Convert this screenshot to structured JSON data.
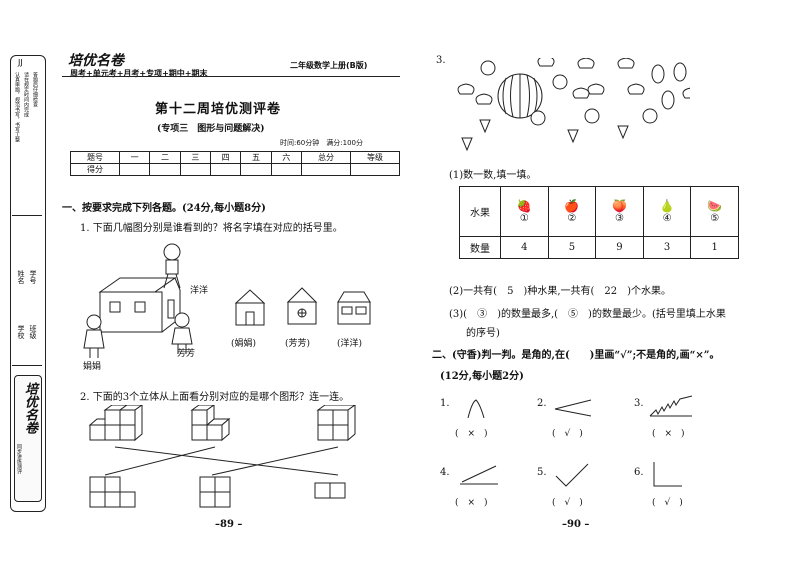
{
  "sidebar": {
    "code": "JJ",
    "notice_lines": [
      "认真审题，规范书写，书写工整",
      "请在规定时间内完成",
      "答题后仔细检查"
    ],
    "fields": [
      "姓名",
      "学号",
      "学校",
      "班级"
    ],
    "brand": "培优名卷",
    "brand_sub": "同步讲练测评"
  },
  "header": {
    "brand": "培优名卷",
    "series": "周考+单元考+月考+专项+期中+期末",
    "grade": "二年级数学上册(B版)"
  },
  "left": {
    "title": "第十二周培优测评卷",
    "subtitle": "(专项三　图形与问题解决)",
    "time_score": "时间:60分钟　满分:100分",
    "score_table": {
      "header": [
        "题号",
        "一",
        "二",
        "三",
        "四",
        "五",
        "六",
        "总分",
        "等级"
      ],
      "row_label": "得分"
    },
    "section1": "一、按要求完成下列各题。(24分,每小题8分)",
    "q1": "1. 下面几幅图分别是谁看到的？将名字填在对应的括号里。",
    "names": {
      "yangyang": "洋洋",
      "juanjuan": "娟娟",
      "fangfang": "芳芳"
    },
    "answers": [
      "(娟娟)",
      "(芳芳)",
      "(洋洋)"
    ],
    "q2": "2. 下面的3个立体从上面看分别对应的是哪个图形？连一连。",
    "page": "–89 –"
  },
  "right": {
    "q3": "3.",
    "sub1": "(1)数一数,填一填。",
    "fruit_table": {
      "header_label": "水果",
      "count_label": "数量",
      "fruits": [
        "strawberry-icon",
        "apple-icon",
        "peach-icon",
        "pear-icon",
        "watermelon-icon"
      ],
      "numbers": [
        "①",
        "②",
        "③",
        "④",
        "⑤"
      ],
      "counts": [
        "4",
        "5",
        "9",
        "3",
        "1"
      ]
    },
    "sub2": "(2)一共有(　5　)种水果,一共有(　22　)个水果。",
    "sub3a": "(3)(　③　)的数量最多,(　⑤　)的数量最少。(括号里填上水果",
    "sub3b": "的序号)",
    "section2": "二、(守香)判一判。是角的,在(　　)里画“√”;不是角的,画“×”。",
    "section2_score": "(12分,每小题2分)",
    "angles": [
      {
        "num": "1.",
        "ans": "(　×　)"
      },
      {
        "num": "2.",
        "ans": "(　√　)"
      },
      {
        "num": "3.",
        "ans": "(　×　)"
      },
      {
        "num": "4.",
        "ans": "(　×　)"
      },
      {
        "num": "5.",
        "ans": "(　√　)"
      },
      {
        "num": "6.",
        "ans": "(　√　)"
      }
    ],
    "page": "–90 –"
  }
}
